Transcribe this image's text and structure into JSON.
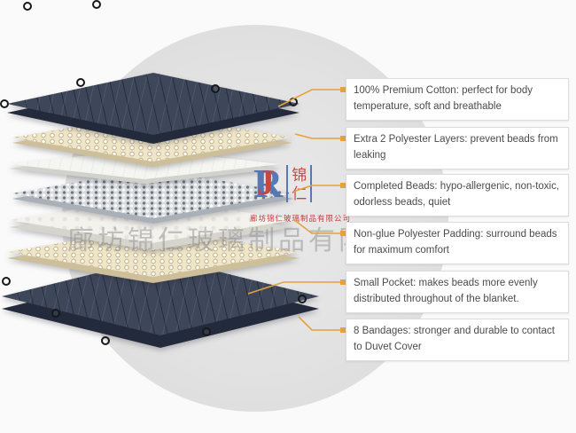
{
  "callouts": [
    {
      "text": "100% Premium Cotton: perfect for body temperature, soft and breathable"
    },
    {
      "text": "Extra 2 Polyester Layers: prevent beads from leaking"
    },
    {
      "text": "Completed Beads: hypo-allergenic, non-toxic, odorless beads, quiet"
    },
    {
      "text": "Non-glue Polyester Padding: surround beads for maximum comfort"
    },
    {
      "text": "Small Pocket: makes beads more evenly distributed throughout of the blanket."
    },
    {
      "text": "8 Bandages: stronger and durable to contact to Duvet Cover"
    }
  ],
  "watermark": {
    "logo_letter_j": "J",
    "logo_letter_r": "R",
    "logo_cjk_1": "锦",
    "logo_cjk_2": "仁",
    "logo_subtext": "廊坊锦仁玻璃制品有限公司",
    "company": "廊坊锦仁玻璃制品有限公司"
  },
  "colors": {
    "connector": "#e2a23c",
    "cover_dark": "#3e4659",
    "bead_cream": "#efe5c8",
    "mesh_gray": "#d9dcdf",
    "callout_border": "#dcdcdc",
    "background_circle": "#e1e1e1"
  }
}
